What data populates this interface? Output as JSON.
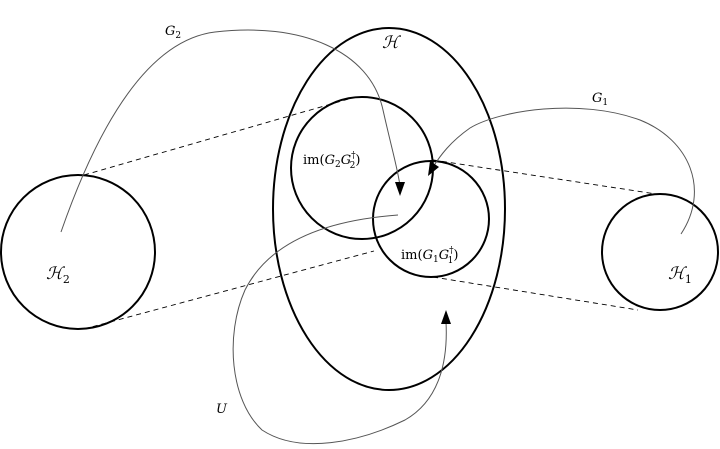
{
  "spaces": {
    "H": {
      "script": "H",
      "sub": ""
    },
    "H1": {
      "script": "H",
      "sub": "1"
    },
    "H2": {
      "script": "H",
      "sub": "2"
    }
  },
  "images": {
    "im_G2": {
      "prefix": "im(",
      "op": "G",
      "sub": "2",
      "op2": "G",
      "sup2": "†",
      "sub2": "2",
      "suffix": ")"
    },
    "im_G1": {
      "prefix": "im(",
      "op": "G",
      "sub": "1",
      "op2": "G",
      "sup2": "†",
      "sub2": "1",
      "suffix": ")"
    }
  },
  "maps": {
    "G1": {
      "name": "G",
      "sub": "1"
    },
    "G2": {
      "name": "G",
      "sub": "2"
    },
    "U": {
      "name": "U"
    }
  }
}
